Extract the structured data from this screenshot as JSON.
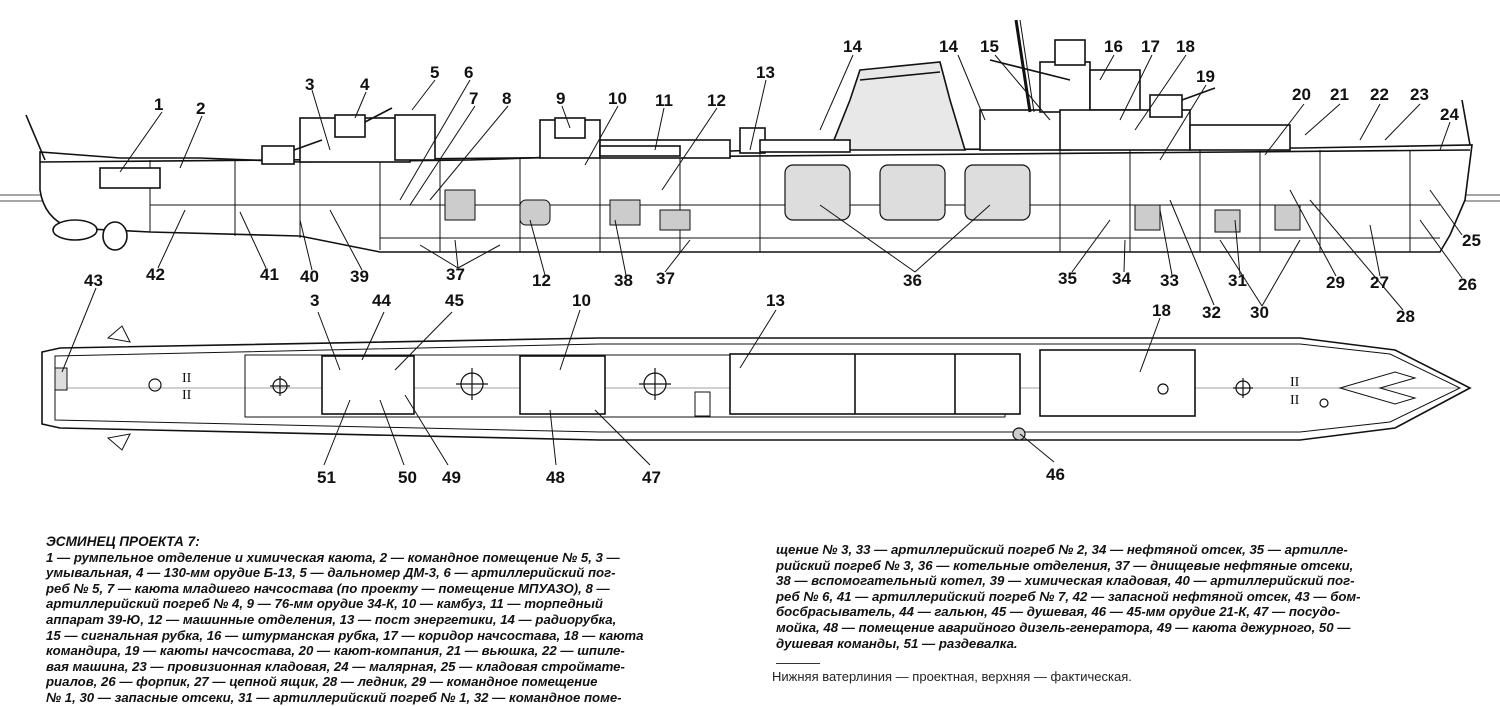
{
  "labels": {
    "n1": "1",
    "n2": "2",
    "n3": "3",
    "n4": "4",
    "n5": "5",
    "n6": "6",
    "n7": "7",
    "n8": "8",
    "n9": "9",
    "n10": "10",
    "n11": "11",
    "n12": "12",
    "n13": "13",
    "n14": "14",
    "n15": "15",
    "n16": "16",
    "n17": "17",
    "n18": "18",
    "n19": "19",
    "n20": "20",
    "n21": "21",
    "n22": "22",
    "n23": "23",
    "n24": "24",
    "n25": "25",
    "n26": "26",
    "n27": "27",
    "n28": "28",
    "n29": "29",
    "n30": "30",
    "n31": "31",
    "n32": "32",
    "n33": "33",
    "n34": "34",
    "n35": "35",
    "n36": "36",
    "n37": "37",
    "n38": "38",
    "n39": "39",
    "n40": "40",
    "n41": "41",
    "n42": "42",
    "n43": "43",
    "n44": "44",
    "n45": "45",
    "n46": "46",
    "n47": "47",
    "n48": "48",
    "n49": "49",
    "n50": "50",
    "n51": "51"
  },
  "caption": {
    "left_lines": [
      "ЭСМИНЕЦ ПРОЕКТА 7:",
      "1 — румпельное отделение и химическая каюта, 2 — командное помещение № 5, 3 —",
      "умывальная, 4 — 130-мм орудие Б-13, 5 — дальномер ДМ-3, 6 — артиллерийский пог-",
      "реб № 5, 7 — каюта младшего начсостава (по проекту — помещение МПУАЗО), 8 —",
      "артиллерийский погреб № 4, 9 — 76-мм орудие 34-К, 10 — камбуз, 11 — торпедный",
      "аппарат 39-Ю, 12 — машинные отделения, 13 — пост энергетики, 14 — радиорубка,",
      "15 — сигнальная рубка, 16 — штурманская рубка, 17 — коридор начсостава, 18 — каюта",
      "командира, 19 — каюты начсостава, 20 — кают-компания, 21 — вьюшка, 22 — шпиле-",
      "вая машина, 23 — провизионная кладовая, 24 — малярная, 25 — кладовая строймате-",
      "риалов, 26 — форпик, 27 — цепной ящик, 28 — ледник, 29 — командное помещение",
      "№ 1, 30 — запасные отсеки, 31 — артиллерийский погреб № 1, 32 — командное поме-"
    ],
    "right_lines": [
      "щение № 3, 33 — артиллерийский погреб № 2, 34 — нефтяной отсек, 35 — артилле-",
      "рийский погреб № 3, 36 — котельные отделения, 37 — днищевые нефтяные отсеки,",
      "38 — вспомогательный котел, 39 — химическая кладовая, 40 — артиллерийский пог-",
      "реб № 6, 41 — артиллерийский погреб № 7, 42 — запасной нефтяной отсек, 43 — бом-",
      "босбрасыватель, 44 — гальюн, 45 — душевая, 46 — 45-мм орудие 21-К, 47 — посудо-",
      "мойка, 48 — помещение аварийного дизель-генератора, 49 — каюта дежурного, 50 —",
      "душевая команды, 51 — раздевалка."
    ],
    "footnote": "Нижняя ватерлиния — проектная, верхняя — фактическая."
  }
}
